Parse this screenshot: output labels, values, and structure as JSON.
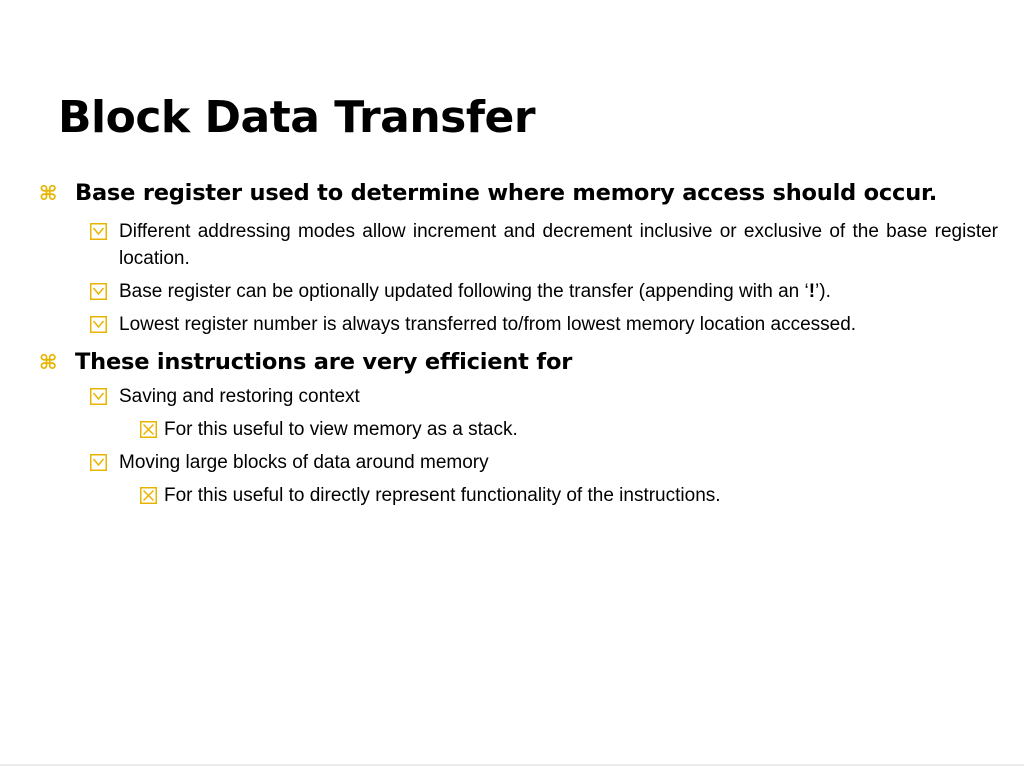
{
  "slide": {
    "title": "Block Data Transfer",
    "bullets": {
      "b1": {
        "icon": "command-key-icon",
        "text": "Base register used to determine where memory access should occur.",
        "subs": {
          "s1": {
            "icon": "checkbox-check-icon",
            "text": "Different addressing modes allow increment and decrement inclusive or exclusive of the base register location."
          },
          "s2": {
            "icon": "checkbox-check-icon",
            "text_before": "Base register can be optionally updated following the transfer (appending with an ‘",
            "text_bang": "!",
            "text_after": "’)."
          },
          "s3": {
            "icon": "checkbox-check-icon",
            "text": "Lowest register number is always transferred to/from lowest memory location accessed."
          }
        }
      },
      "b2": {
        "icon": "command-key-icon",
        "text": "These instructions are very efficient for",
        "subs": {
          "s1": {
            "icon": "checkbox-check-icon",
            "text": "Saving and restoring context",
            "subs": {
              "t1": {
                "icon": "checkbox-x-icon",
                "text": "For this useful to view memory as a stack."
              }
            }
          },
          "s2": {
            "icon": "checkbox-check-icon",
            "text": "Moving large blocks of data around memory",
            "subs": {
              "t1": {
                "icon": "checkbox-x-icon",
                "text": "For this useful to directly represent functionality of the instructions."
              }
            }
          }
        }
      }
    }
  },
  "colors": {
    "bullet": "#e8b400",
    "text": "#000000",
    "background": "#ffffff"
  }
}
